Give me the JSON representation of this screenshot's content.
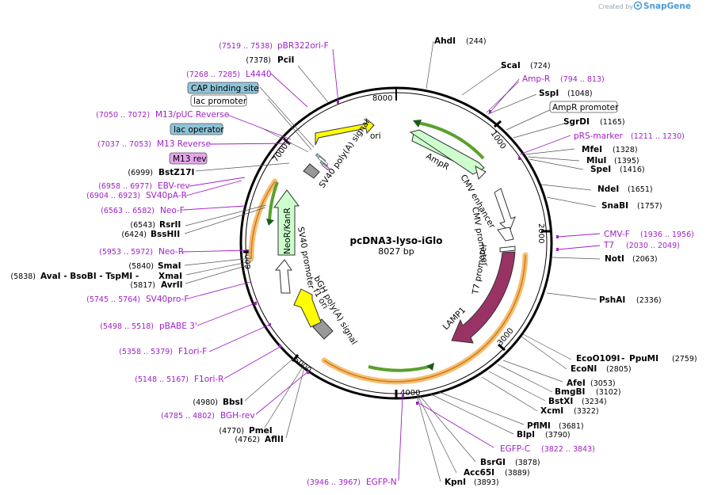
{
  "branding": {
    "created_by": "Created by",
    "app_name": "SnapGene"
  },
  "plasmid": {
    "name": "pcDNA3-lyso-iGlo",
    "size": "8027 bp",
    "length": 8027
  },
  "ticks": [
    "1000",
    "2000",
    "3000",
    "4000",
    "5000",
    "6000",
    "7000",
    "8000"
  ],
  "enzymes_right": [
    {
      "name": "AhdI",
      "pos": "(244)"
    },
    {
      "name": "ScaI",
      "pos": "(724)"
    },
    {
      "name": "SspI",
      "pos": "(1048)"
    },
    {
      "name": "SgrDI",
      "pos": "(1165)"
    },
    {
      "name": "MfeI",
      "pos": "(1328)"
    },
    {
      "name": "MluI",
      "pos": "(1395)"
    },
    {
      "name": "SpeI",
      "pos": "(1416)"
    },
    {
      "name": "NdeI",
      "pos": "(1651)"
    },
    {
      "name": "SnaBI",
      "pos": "(1757)"
    },
    {
      "name": "NotI",
      "pos": "(2063)"
    },
    {
      "name": "PshAI",
      "pos": "(2336)"
    },
    {
      "name": "EcoO109I",
      "name2": "PpuMI",
      "pos": "(2759)"
    },
    {
      "name": "EcoNI",
      "pos": "(2805)"
    },
    {
      "name": "AfeI",
      "pos": "(3053)"
    },
    {
      "name": "BmgBI",
      "pos": "(3102)"
    },
    {
      "name": "BstXI",
      "pos": "(3234)"
    },
    {
      "name": "XcmI",
      "pos": "(3322)"
    },
    {
      "name": "PflMI",
      "pos": "(3681)"
    },
    {
      "name": "BlpI",
      "pos": "(3790)"
    },
    {
      "name": "BsrGI",
      "pos": "(3878)"
    },
    {
      "name": "Acc65I",
      "pos": "(3889)"
    },
    {
      "name": "KpnI",
      "pos": "(3893)"
    }
  ],
  "enzymes_left": [
    {
      "name": "PciI",
      "pos": "(7378)"
    },
    {
      "name": "BstZ17I",
      "pos": "(6999)"
    },
    {
      "name": "RsrII",
      "pos": "(6543)"
    },
    {
      "name": "BssHII",
      "pos": "(6424)"
    },
    {
      "name": "SmaI",
      "pos": "(5840)"
    },
    {
      "name": "XmaI",
      "pos": "(5838)",
      "pre": "AvaI  -  BsoBI  -  TspMI  -"
    },
    {
      "name": "AvrII",
      "pos": "(5817)"
    },
    {
      "name": "BbsI",
      "pos": "(4980)"
    },
    {
      "name": "PmeI",
      "pos": "(4770)"
    },
    {
      "name": "AflII",
      "pos": "(4762)"
    }
  ],
  "primers_right": [
    {
      "name": "Amp-R",
      "pos": "(794 .. 813)"
    },
    {
      "name": "pRS-marker",
      "pos": "(1211 .. 1230)"
    },
    {
      "name": "CMV-F",
      "pos": "(1936 .. 1956)"
    },
    {
      "name": "T7",
      "pos": "(2030 .. 2049)"
    },
    {
      "name": "EGFP-C",
      "pos": "(3822 .. 3843)"
    }
  ],
  "primers_left": [
    {
      "name": "pBR322ori-F",
      "pos": "(7519 .. 7538)"
    },
    {
      "name": "L4440",
      "pos": "(7268 .. 7285)"
    },
    {
      "name": "M13/pUC Reverse",
      "pos": "(7050 .. 7072)"
    },
    {
      "name": "M13 Reverse",
      "pos": "(7037 .. 7053)"
    },
    {
      "name": "EBV-rev",
      "pos": "(6958 .. 6977)"
    },
    {
      "name": "SV40pA-R",
      "pos": "(6904 .. 6923)"
    },
    {
      "name": "Neo-F",
      "pos": "(6563 .. 6582)"
    },
    {
      "name": "Neo-R",
      "pos": "(5953 .. 5972)"
    },
    {
      "name": "SV40pro-F",
      "pos": "(5745 .. 5764)"
    },
    {
      "name": "pBABE 3'",
      "pos": "(5498 .. 5518)"
    },
    {
      "name": "F1ori-F",
      "pos": "(5358 .. 5379)"
    },
    {
      "name": "F1ori-R",
      "pos": "(5148 .. 5167)"
    },
    {
      "name": "BGH-rev",
      "pos": "(4785 .. 4802)"
    },
    {
      "name": "EGFP-N",
      "pos": "(3946 .. 3967)"
    }
  ],
  "boxed_features": [
    {
      "name": "CAP binding site",
      "fill": "#8fc4d8"
    },
    {
      "name": "lac promoter",
      "fill": "#ffffff"
    },
    {
      "name": "lac operator",
      "fill": "#8fc4d8"
    },
    {
      "name": "M13 rev",
      "fill": "#e5a6ea"
    },
    {
      "name": "AmpR promoter",
      "fill": "#ffffff"
    }
  ],
  "features": [
    {
      "name": "ori",
      "color": "#ffff00"
    },
    {
      "name": "AmpR",
      "color": "#ccffcc"
    },
    {
      "name": "CMV enhancer",
      "color": "#ffffff"
    },
    {
      "name": "CMV promoter",
      "color": "#ffffff"
    },
    {
      "name": "T7 promoter",
      "color": "#ffffff"
    },
    {
      "name": "LAMP1",
      "color": "#993366"
    },
    {
      "name": "bGH poly(A) signal",
      "color": "#999999"
    },
    {
      "name": "f1 ori",
      "color": "#ffff00"
    },
    {
      "name": "SV40 promoter",
      "color": "#ffffff"
    },
    {
      "name": "NeoR/KanR",
      "color": "#ccffcc"
    },
    {
      "name": "SV40 poly(A) signal",
      "color": "#999999"
    }
  ]
}
